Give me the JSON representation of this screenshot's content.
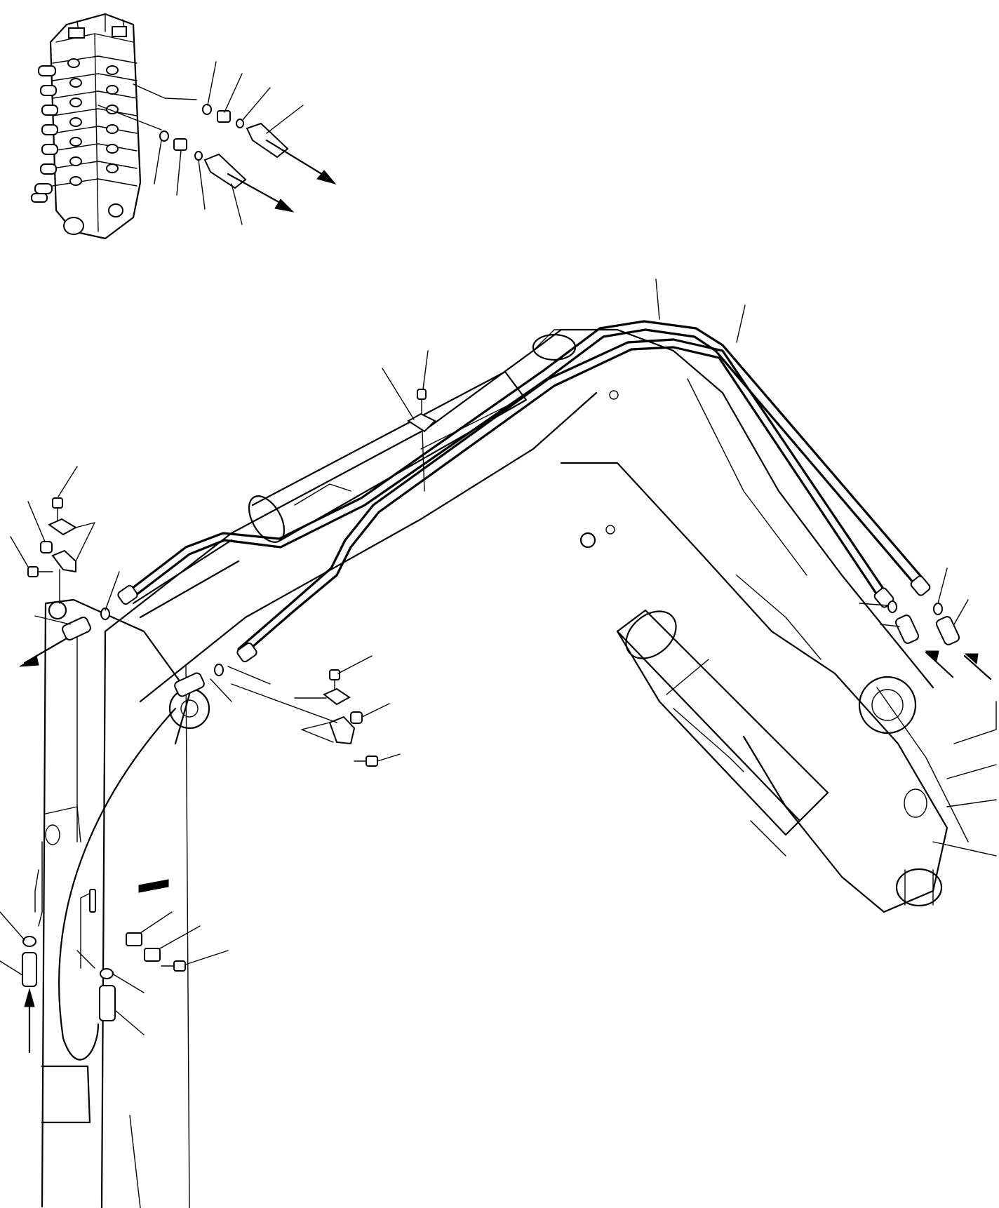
{
  "drawing": {
    "kind": "exploded parts illustration",
    "colors": {
      "ink": "#000000",
      "paper": "#ffffff"
    },
    "callouts": [
      {
        "id": "valve-1"
      },
      {
        "id": "valve-2"
      },
      {
        "id": "valve-3"
      },
      {
        "id": "valve-4"
      },
      {
        "id": "valve-5"
      },
      {
        "id": "valve-6"
      },
      {
        "id": "valve-7"
      },
      {
        "id": "valve-8"
      },
      {
        "id": "boom-pipe-1"
      },
      {
        "id": "boom-pipe-2"
      },
      {
        "id": "boom-clamp"
      },
      {
        "id": "boom-clamp-bolt"
      },
      {
        "id": "left-clamp-bolt"
      },
      {
        "id": "left-clamp-spacer"
      },
      {
        "id": "left-clamp-halves"
      },
      {
        "id": "left-clamp-bolt-2"
      },
      {
        "id": "left-oring"
      },
      {
        "id": "left-fitting"
      },
      {
        "id": "center-fitting"
      },
      {
        "id": "center-oring"
      },
      {
        "id": "center-clamp-bolt"
      },
      {
        "id": "center-clamp"
      },
      {
        "id": "center-clamp-halves"
      },
      {
        "id": "center-spacer"
      },
      {
        "id": "center-bolt"
      },
      {
        "id": "right-oring-1"
      },
      {
        "id": "right-fitting-1"
      },
      {
        "id": "right-oring-2"
      },
      {
        "id": "right-fitting-2"
      },
      {
        "id": "arm-oring-left"
      },
      {
        "id": "arm-fitting-left"
      },
      {
        "id": "arm-clamp"
      },
      {
        "id": "arm-clamp-plate"
      },
      {
        "id": "arm-bolt"
      },
      {
        "id": "arm-oring"
      },
      {
        "id": "arm-fitting"
      }
    ]
  }
}
